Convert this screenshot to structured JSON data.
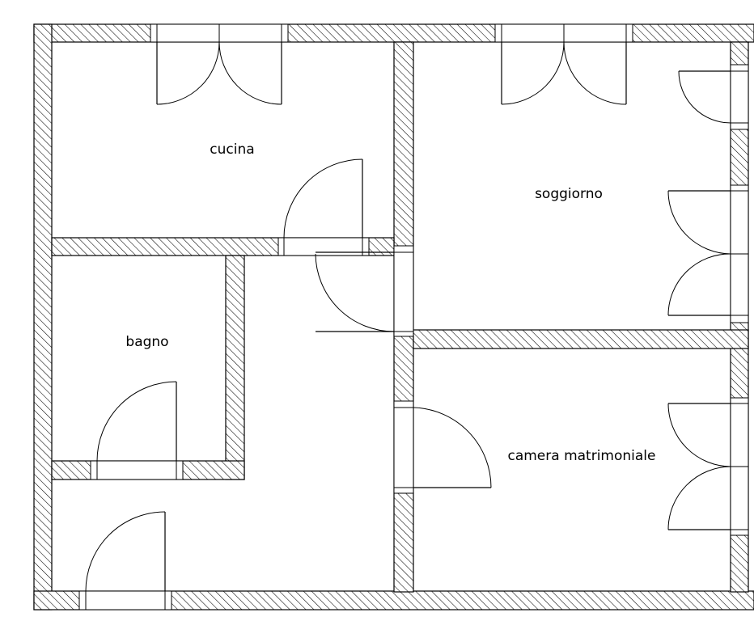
{
  "rooms": {
    "cucina": "cucina",
    "soggiorno": "soggiorno",
    "bagno": "bagno",
    "camera": "camera matrimoniale"
  },
  "colors": {
    "line": "#000000",
    "background": "#ffffff"
  }
}
